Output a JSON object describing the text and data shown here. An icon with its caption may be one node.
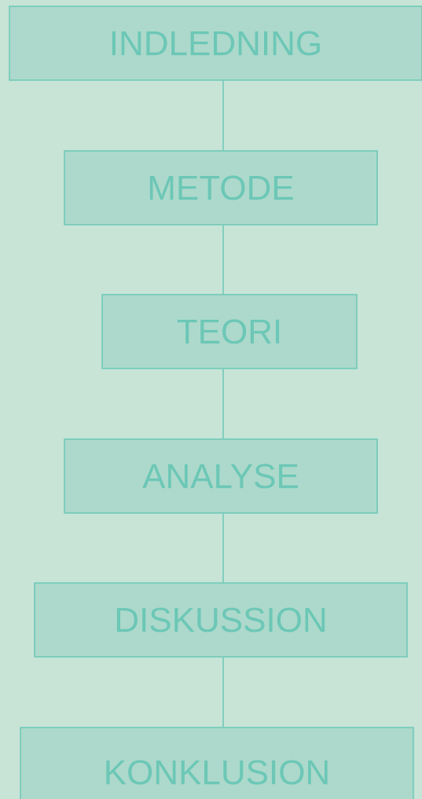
{
  "diagram": {
    "nodes": [
      {
        "text": [
          "INDLEDNING"
        ]
      },
      {
        "text": [
          "METODE"
        ]
      },
      {
        "text": [
          "TEORI"
        ]
      },
      {
        "text": [
          "ANALYSE"
        ]
      },
      {
        "text": [
          "DISKUSSION"
        ]
      },
      {
        "text": [
          "KONKLUSION"
        ]
      }
    ],
    "edges": [
      {
        "from": 0,
        "to": 1,
        "arrow": "none"
      },
      {
        "from": 1,
        "to": 2,
        "arrow": "none"
      },
      {
        "from": 2,
        "to": 3,
        "arrow": "none"
      },
      {
        "from": 3,
        "to": 4,
        "arrow": "none"
      },
      {
        "from": 4,
        "to": 5,
        "arrow": "none"
      }
    ]
  }
}
